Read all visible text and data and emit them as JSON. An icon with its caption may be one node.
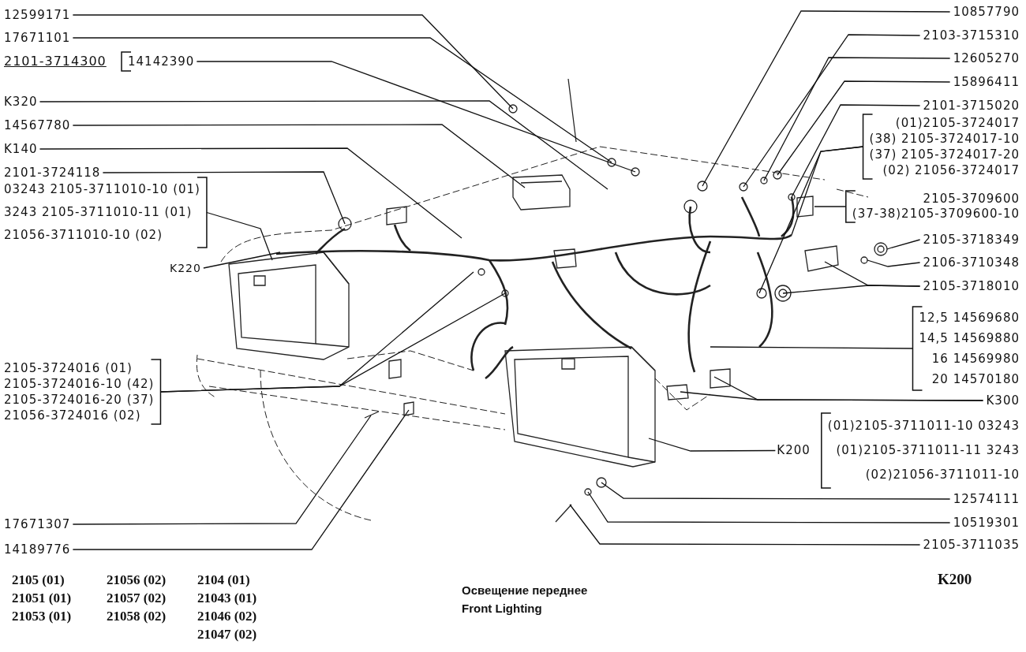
{
  "diagram": {
    "caption": "Освещение переднее Front Lighting",
    "nodes": [
      {
        "text": [
          "12599171"
        ]
      },
      {
        "text": [
          "17671101"
        ]
      },
      {
        "text": [
          "14142390"
        ]
      },
      {
        "text": [
          "K320"
        ]
      },
      {
        "text": [
          "14567780"
        ]
      },
      {
        "text": [
          "K140"
        ]
      },
      {
        "text": [
          "2101-3724118"
        ]
      },
      {
        "text": [
          "03243 2105-3711010-10 (01)",
          "3243 2105-3711010-11 (01)",
          "21056-3711010-10 (02)"
        ]
      },
      {
        "text": [
          "K220"
        ]
      },
      {
        "text": [
          "2105-3724016 (01)",
          "2105-3724016-10 (42)",
          "2105-3724016-20 (37)",
          "21056-3724016 (02)"
        ]
      },
      {
        "text": [
          "17671307"
        ]
      },
      {
        "text": [
          "14189776"
        ]
      },
      {
        "text": [
          "10857790"
        ]
      },
      {
        "text": [
          "2103-3715310"
        ]
      },
      {
        "text": [
          "12605270"
        ]
      },
      {
        "text": [
          "15896411"
        ]
      },
      {
        "text": [
          "2101-3715020"
        ]
      },
      {
        "text": [
          "(01)2105-3724017",
          "(38) 2105-3724017-10",
          "(37) 2105-3724017-20",
          "(02) 21056-3724017"
        ]
      },
      {
        "text": [
          "2105-3709600",
          "(37-38)2105-3709600-10"
        ]
      },
      {
        "text": [
          "2105-3718349"
        ]
      },
      {
        "text": [
          "2106-3710348"
        ]
      },
      {
        "text": [
          "2105-3718010"
        ]
      },
      {
        "text": [
          "12,5 14569680",
          "14,5 14569880",
          "16 14569980",
          "20 14570180"
        ]
      },
      {
        "text": [
          "K300"
        ]
      },
      {
        "text": [
          "K200",
          "(01)2105-3711011-10 03243",
          "(01)2105-3711011-11 3243",
          "(02)21056-3711011-10"
        ]
      },
      {
        "text": [
          "12574111"
        ]
      },
      {
        "text": [
          "10519301"
        ]
      },
      {
        "text": [
          "2105-3711035"
        ]
      }
    ],
    "edges": [
      {
        "from": 0,
        "to": null,
        "arrow": "none"
      },
      {
        "from": 1,
        "to": null,
        "arrow": "none"
      },
      {
        "from": 2,
        "to": null,
        "arrow": "none"
      },
      {
        "from": 3,
        "to": null,
        "arrow": "none"
      },
      {
        "from": 4,
        "to": null,
        "arrow": "none"
      },
      {
        "from": 5,
        "to": null,
        "arrow": "none"
      },
      {
        "from": 6,
        "to": null,
        "arrow": "none"
      },
      {
        "from": 7,
        "to": null,
        "arrow": "none"
      },
      {
        "from": 8,
        "to": null,
        "arrow": "none"
      },
      {
        "from": 9,
        "to": null,
        "arrow": "none"
      },
      {
        "from": 9,
        "to": null,
        "arrow": "none"
      },
      {
        "from": 10,
        "to": null,
        "arrow": "none"
      },
      {
        "from": 11,
        "to": null,
        "arrow": "none"
      },
      {
        "from": 12,
        "to": null,
        "arrow": "none"
      },
      {
        "from": 13,
        "to": null,
        "arrow": "none"
      },
      {
        "from": 14,
        "to": null,
        "arrow": "none"
      },
      {
        "from": 15,
        "to": null,
        "arrow": "none"
      },
      {
        "from": 16,
        "to": null,
        "arrow": "none"
      },
      {
        "from": 17,
        "to": null,
        "arrow": "none"
      },
      {
        "from": 17,
        "to": null,
        "arrow": "none"
      },
      {
        "from": 18,
        "to": null,
        "arrow": "none"
      },
      {
        "from": 19,
        "to": null,
        "arrow": "none"
      },
      {
        "from": 20,
        "to": null,
        "arrow": "none"
      },
      {
        "from": 21,
        "to": null,
        "arrow": "none"
      },
      {
        "from": 21,
        "to": null,
        "arrow": "none"
      },
      {
        "from": 22,
        "to": null,
        "arrow": "none"
      },
      {
        "from": 23,
        "to": null,
        "arrow": "none"
      },
      {
        "from": 23,
        "to": null,
        "arrow": "none"
      },
      {
        "from": 24,
        "to": null,
        "arrow": "none"
      },
      {
        "from": 25,
        "to": null,
        "arrow": "none"
      },
      {
        "from": 26,
        "to": null,
        "arrow": "none"
      },
      {
        "from": 27,
        "to": null,
        "arrow": "none"
      }
    ],
    "labels": [
      "2101-3714300",
      "2105 (01)",
      "21056 (02)",
      "2104 (01)",
      "21051 (01)",
      "21057 (02)",
      "21043 (01)",
      "21053 (01)",
      "21058 (02)",
      "21046 (02)",
      "21047 (02)",
      "K200"
    ]
  }
}
